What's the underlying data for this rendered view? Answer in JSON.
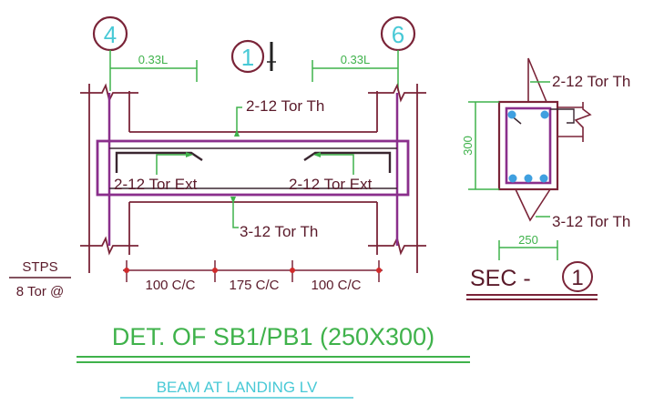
{
  "colors": {
    "maroon": "#7a2438",
    "purple": "#8a2f8c",
    "green": "#3fb24b",
    "cyan": "#48c9d6",
    "blue": "#3fa0e0",
    "dark": "#3a2630"
  },
  "grids": {
    "left": "4",
    "right": "6"
  },
  "section_ref": "1",
  "dims": {
    "left_033": "0.33L",
    "right_033": "0.33L",
    "depth": "300",
    "width": "250"
  },
  "rebar": {
    "top_through": "2-12 Tor Th",
    "left_extra": "2-12 Tor Ext",
    "right_extra": "2-12 Tor Ext",
    "bottom_through": "3-12 Tor Th",
    "sec_top": "2-12 Tor Th",
    "sec_bottom": "3-12 Tor Th"
  },
  "stirrups": {
    "label_top": "STPS",
    "label_bottom": "8 Tor @",
    "spacings": [
      "100 C/C",
      "175 C/C",
      "100 C/C"
    ]
  },
  "section_title": "SEC -",
  "title": "DET. OF  SB1/PB1 (250X300)",
  "subtitle": "BEAM AT LANDING LV"
}
